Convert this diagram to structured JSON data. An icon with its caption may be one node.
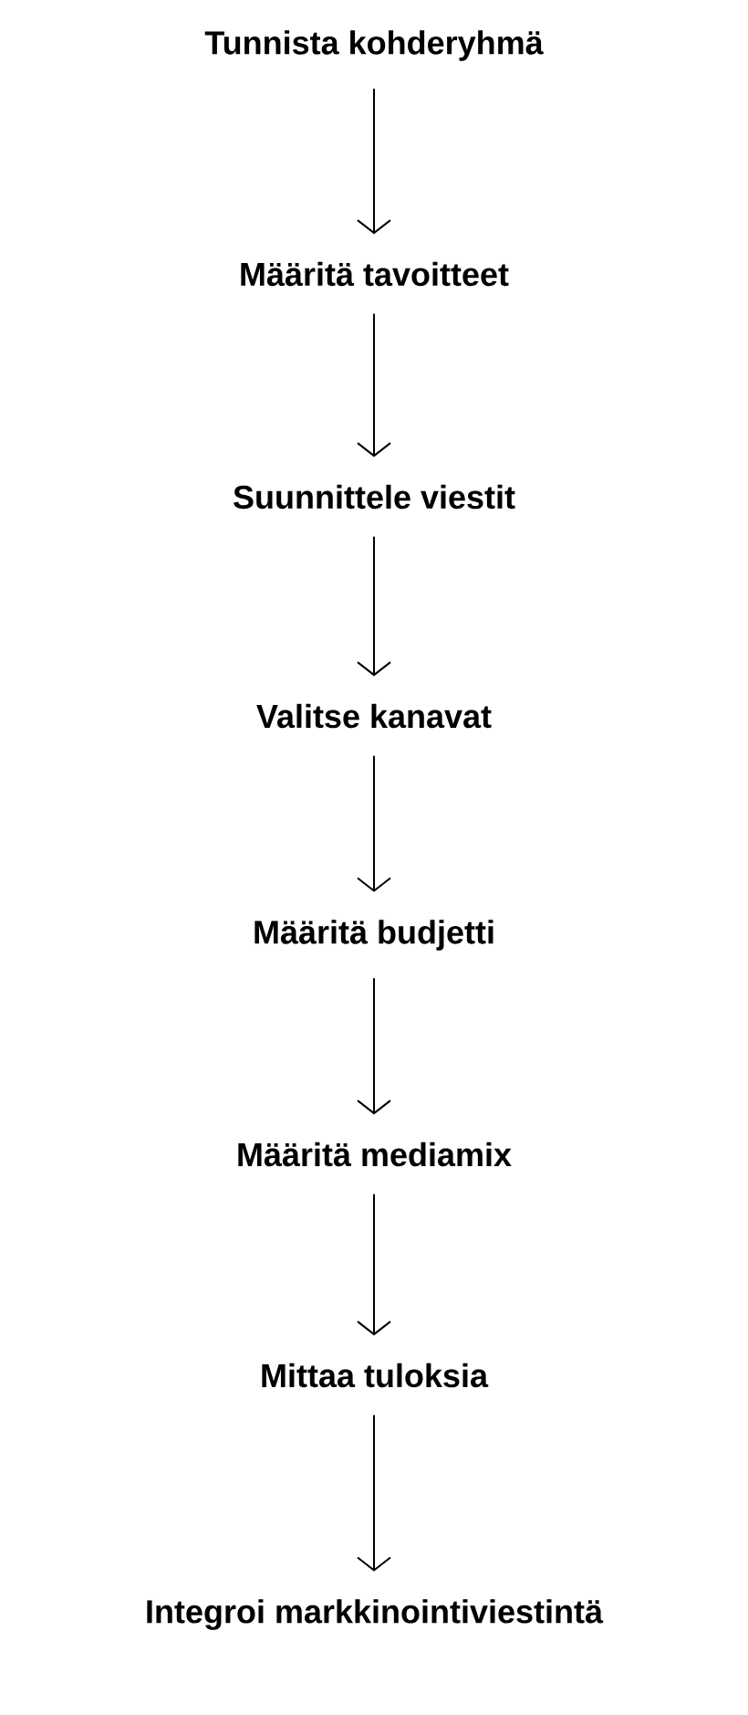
{
  "diagram": {
    "nodes": [
      {
        "text": [
          "Tunnista kohderyhmä"
        ]
      },
      {
        "text": [
          "Määritä tavoitteet"
        ]
      },
      {
        "text": [
          "Suunnittele viestit"
        ]
      },
      {
        "text": [
          "Valitse kanavat"
        ]
      },
      {
        "text": [
          "Määritä budjetti"
        ]
      },
      {
        "text": [
          "Määritä mediamix"
        ]
      },
      {
        "text": [
          "Mittaa tuloksia"
        ]
      },
      {
        "text": [
          "Integroi markkinointiviestintä"
        ]
      }
    ],
    "edges": [
      {
        "from": 0,
        "to": 1,
        "arrow": "to"
      },
      {
        "from": 1,
        "to": 2,
        "arrow": "to"
      },
      {
        "from": 2,
        "to": 3,
        "arrow": "to"
      },
      {
        "from": 3,
        "to": 4,
        "arrow": "to"
      },
      {
        "from": 4,
        "to": 5,
        "arrow": "to"
      },
      {
        "from": 5,
        "to": 6,
        "arrow": "to"
      },
      {
        "from": 6,
        "to": 7,
        "arrow": "to"
      }
    ]
  }
}
